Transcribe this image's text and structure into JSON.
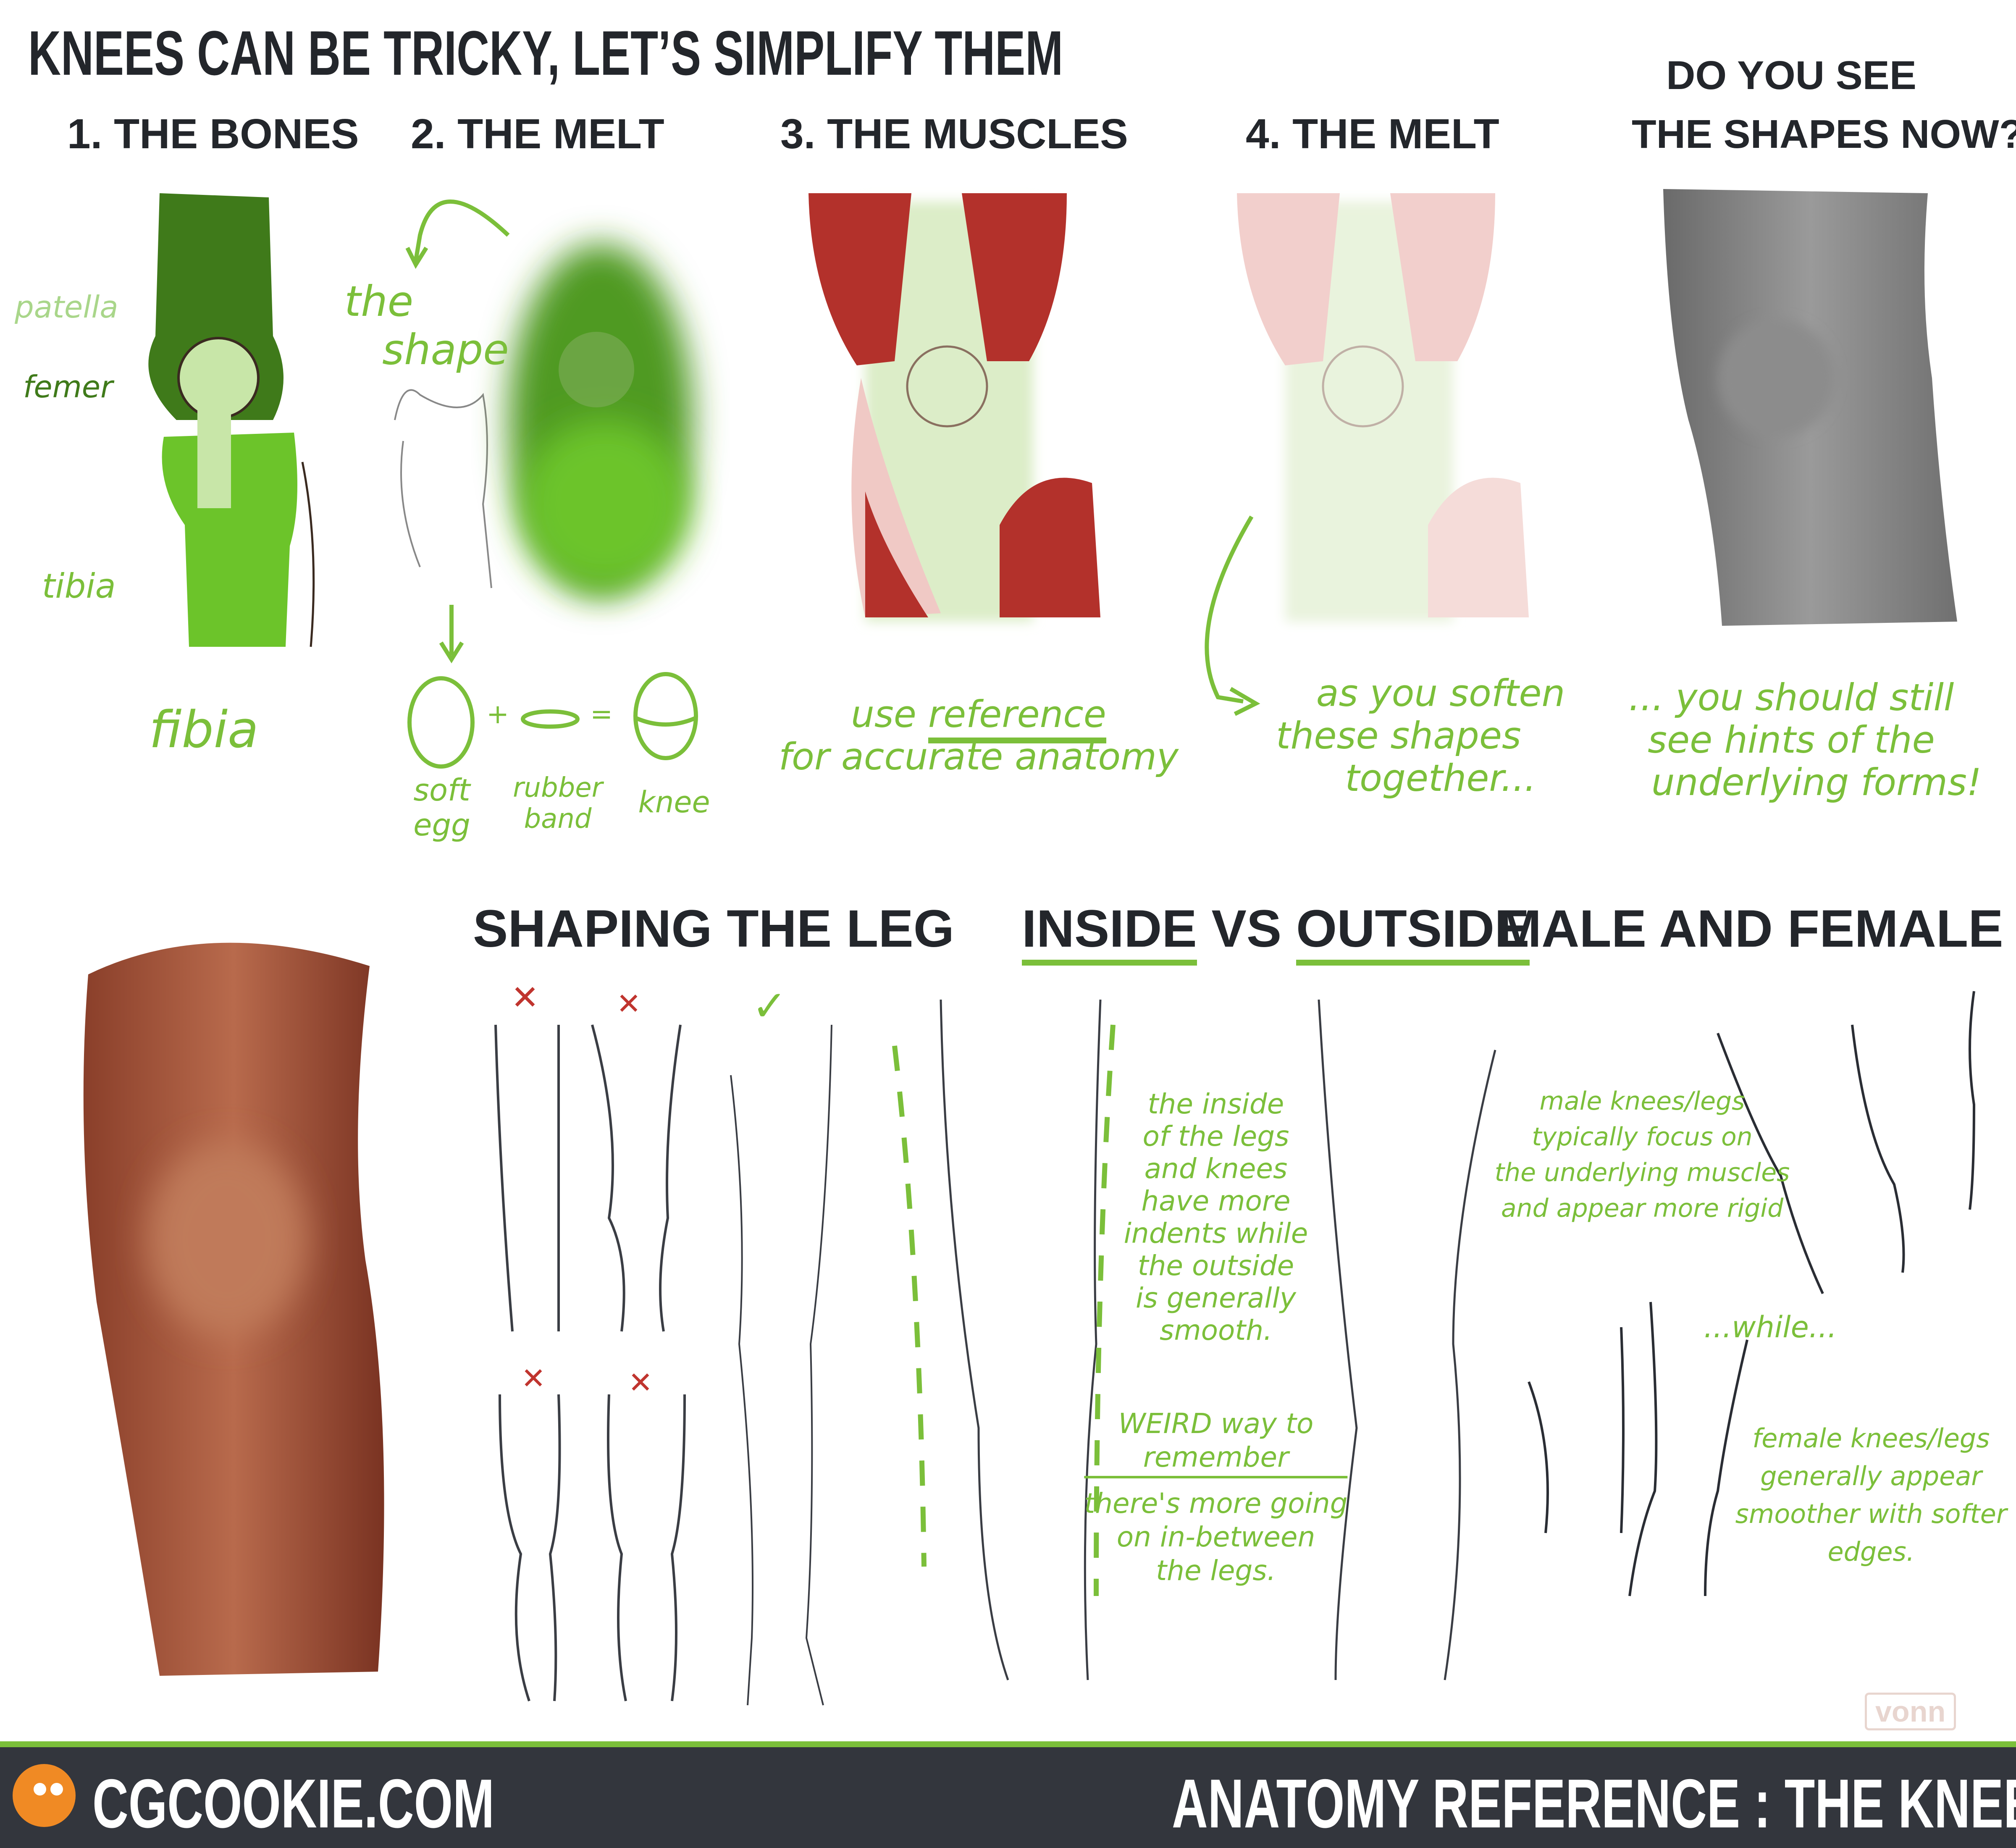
{
  "title": "KNEES CAN BE TRICKY, LET’S SIMPLIFY THEM",
  "steps": [
    {
      "label": "1.  THE BONES"
    },
    {
      "label": "2. THE MELT"
    },
    {
      "label": "3. THE MUSCLES"
    },
    {
      "label": "4. THE MELT"
    },
    {
      "label_lines": [
        "DO YOU SEE",
        "THE SHAPES NOW?"
      ]
    }
  ],
  "bones_labels": {
    "patella": "patella",
    "femur": "femer",
    "tibia": "tibia",
    "fibula": "fibia"
  },
  "melt_notes": {
    "shape_lines": [
      "the",
      "shape"
    ],
    "egg": [
      "soft",
      "egg"
    ],
    "plus": "+",
    "band": [
      "rubber",
      "band"
    ],
    "equals": "=",
    "knee": "knee"
  },
  "muscles_note": {
    "line1_prefix": "use",
    "line1_link": "reference",
    "line2": "for accurate anatomy"
  },
  "melt2_note": [
    "as you soften",
    "these shapes",
    "together..."
  ],
  "shapes_note": [
    "... you should still",
    "see hints of the",
    "underlying forms!"
  ],
  "sections": {
    "shaping": "SHAPING THE LEG",
    "inside_vs_outside": {
      "inside": "INSIDE",
      "vs": "VS",
      "outside": "OUTSIDE"
    },
    "male_female": "MALE AND FEMALE"
  },
  "shaping_marks": {
    "wrong": "✕",
    "right": "✓"
  },
  "inside_note": [
    "the inside",
    "of the legs",
    "and knees",
    "have more",
    "indents while",
    "the outside",
    "is generally",
    "smooth."
  ],
  "weird_note": {
    "heading": [
      "WEIRD way to",
      "remember"
    ],
    "body": [
      "there's more going",
      "on in-between",
      "the legs."
    ]
  },
  "male_note": [
    "male knees/legs",
    "typically focus on",
    "the underlying muscles",
    "and appear more rigid"
  ],
  "while_note": "...while...",
  "female_note": [
    "female knees/legs",
    "generally appear",
    "smoother with softer",
    "edges."
  ],
  "signature": "vonn",
  "footer": {
    "site": "CGCOOKIE.COM",
    "title": "ANATOMY REFERENCE : THE KNEE"
  },
  "colors": {
    "green": "#7bbf3a",
    "bone_dark": "#3f7a1a",
    "bone_light": "#6cc42a",
    "muscle": "#b3312b",
    "footer_bg": "#33363d",
    "text_dark": "#23262b",
    "mark_red": "#c0342e",
    "logo_orange": "#f08a24"
  }
}
